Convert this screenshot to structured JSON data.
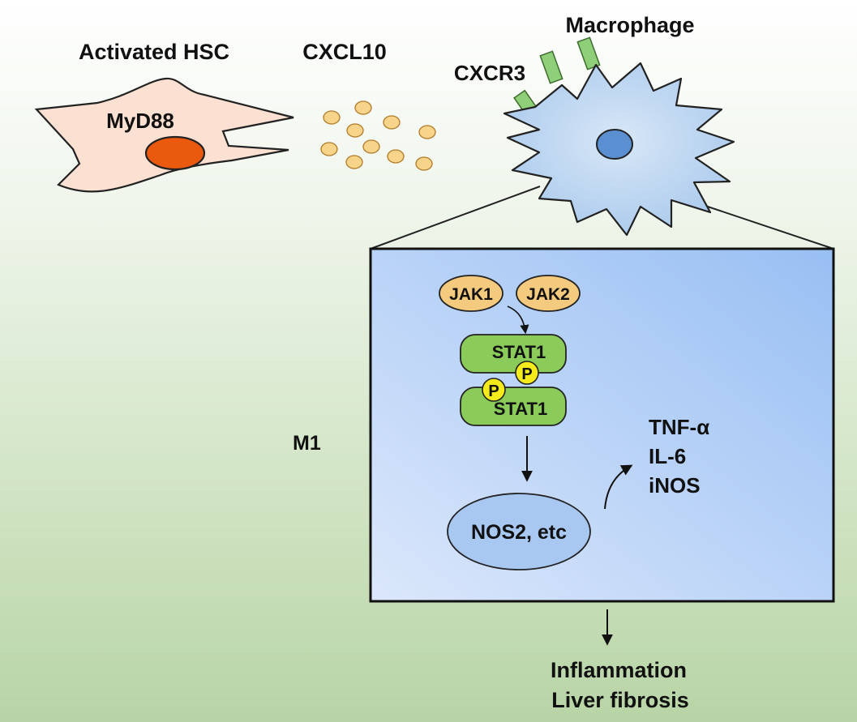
{
  "cells": {
    "hsc": {
      "label": "Activated HSC",
      "nucleus_label": "MyD88"
    },
    "chemokine": {
      "label": "CXCL10"
    },
    "macrophage": {
      "label": "Macrophage",
      "receptor_label": "CXCR3"
    }
  },
  "pathway": {
    "jak1": "JAK1",
    "jak2": "JAK2",
    "stat_top": "STAT1",
    "stat_bottom": "STAT1",
    "phospho_1": "P",
    "phospho_2": "P",
    "target_gene": "NOS2, etc",
    "outputs": [
      "TNF-α",
      "IL-6",
      "iNOS"
    ],
    "phenotype": "M1"
  },
  "outcomes": [
    "Inflammation",
    "Liver fibrosis"
  ],
  "colors": {
    "hsc_body": "#fce0d2",
    "hsc_nucleus": "#ea5a0e",
    "chemokine_dot": "#f7d48a",
    "macrophage_body": "#bcd6f0",
    "macrophage_nucleus": "#5a8fd2",
    "receptor": "#8fcf7a",
    "panel_fill": "#b5cff7",
    "jak_fill": "#f4ca7e",
    "stat_fill": "#8acb5a",
    "phospho_fill": "#f5ea1a",
    "gene_fill": "#a8c8f2"
  }
}
